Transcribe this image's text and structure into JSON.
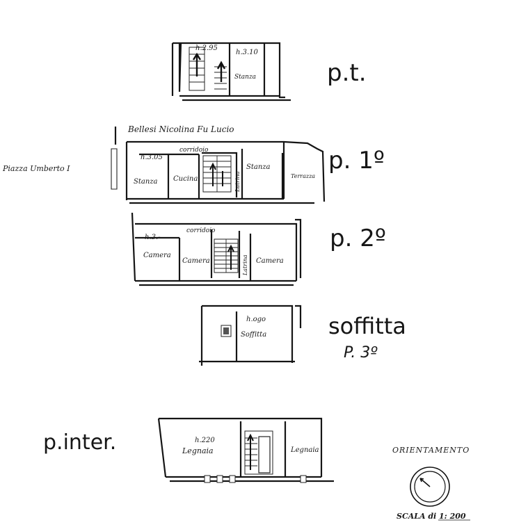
{
  "floors": {
    "pt": {
      "label": "p.t.",
      "rooms": [
        {
          "height": "h.2.95",
          "name": ""
        },
        {
          "height": "h.3.10",
          "name": "Stanza"
        }
      ]
    },
    "p1": {
      "label": "p. 1º",
      "neighbor": "Bellesi Nicolina Fu Lucio",
      "street": "Piazza Umberto I",
      "height": "h.3.05",
      "corridor": "corridoio",
      "rooms": [
        "Stanza",
        "Cucina",
        "Latrina",
        "Stanza",
        "Terrazza"
      ]
    },
    "p2": {
      "label": "p. 2º",
      "height": "h.3.-",
      "corridor": "corridoio",
      "rooms": [
        "Camera",
        "Camera",
        "Latrina",
        "Camera"
      ]
    },
    "soffitta": {
      "label": "soffitta",
      "sublabel": "P. 3º",
      "height": "h.ogo",
      "room": "Soffitta"
    },
    "inter": {
      "label": "p.inter.",
      "height": "h.220",
      "rooms": [
        "Legnaia",
        "Legnaia"
      ]
    }
  },
  "orientation": {
    "title": "ORIENTAMENTO",
    "scale": "SCALA di 1: 200"
  }
}
